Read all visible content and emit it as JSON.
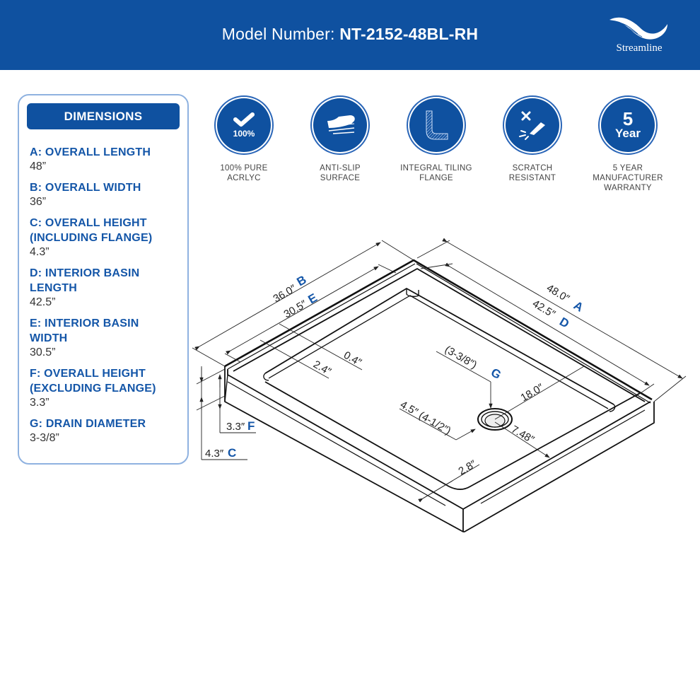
{
  "header": {
    "model_label": "Model Number: ",
    "model_number": "NT-2152-48BL-RH",
    "brand": "Streamline",
    "background_color": "#0f51a0"
  },
  "dimensions_panel": {
    "title": "DIMENSIONS",
    "items": [
      {
        "label": "A: OVERALL LENGTH",
        "value": "48”"
      },
      {
        "label": "B: OVERALL WIDTH",
        "value": "36”"
      },
      {
        "label": "C: OVERALL HEIGHT (INCLUDING FLANGE)",
        "value": "4.3”"
      },
      {
        "label": "D: INTERIOR BASIN LENGTH",
        "value": "42.5”"
      },
      {
        "label": "E: INTERIOR BASIN WIDTH",
        "value": "30.5”"
      },
      {
        "label": "F: OVERALL HEIGHT (EXCLUDING FLANGE)",
        "value": "3.3”"
      },
      {
        "label": "G: DRAIN DIAMETER",
        "value": "3-3/8”"
      }
    ]
  },
  "features": [
    {
      "icon": "checkmark-100-percent-icon",
      "badge": "100%",
      "line1": "100% PURE",
      "line2": "ACRLYC",
      "line3": ""
    },
    {
      "icon": "anti-slip-shoe-icon",
      "badge": "",
      "line1": "ANTI-SLIP",
      "line2": "SURFACE",
      "line3": ""
    },
    {
      "icon": "tiling-flange-icon",
      "badge": "",
      "line1": "INTEGRAL TILING",
      "line2": "FLANGE",
      "line3": ""
    },
    {
      "icon": "scratch-resistant-icon",
      "badge": "",
      "line1": "SCRATCH",
      "line2": "RESISTANT",
      "line3": ""
    },
    {
      "icon": "five-year-warranty-icon",
      "badge_number": "5",
      "badge_word": "Year",
      "line1": "5 YEAR",
      "line2": "MANUFACTURER",
      "line3": "WARRANTY"
    }
  ],
  "diagram": {
    "overall_width": {
      "value": "36.0″",
      "letter": "B"
    },
    "interior_width": {
      "value": "30.5″",
      "letter": "E"
    },
    "overall_length": {
      "value": "48.0″",
      "letter": "A"
    },
    "interior_length": {
      "value": "42.5″",
      "letter": "D"
    },
    "drain_diameter": {
      "value": "(3-3/8″)",
      "letter": "G"
    },
    "drain_outer": {
      "value": "4.5″ (4-1/2″)"
    },
    "flange_gap": {
      "value": "0.4″"
    },
    "rim_width": {
      "value": "2.4″"
    },
    "drain_to_back": {
      "value": "18.0″"
    },
    "drain_to_side": {
      "value": "7.48″"
    },
    "front_rim": {
      "value": "2.8″"
    },
    "height_excl_flange": {
      "value": "3.3″",
      "letter": "F"
    },
    "height_incl_flange": {
      "value": "4.3″",
      "letter": "C"
    },
    "accent_color": "#1456a8"
  }
}
